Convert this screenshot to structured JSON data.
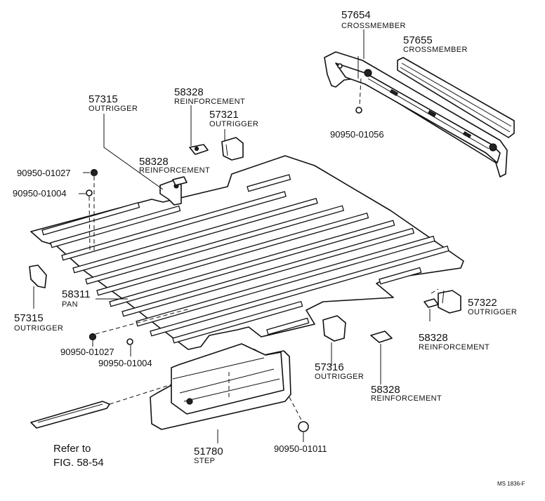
{
  "labels": {
    "cm_57654": {
      "num": "57654",
      "name": "CROSSMEMBER"
    },
    "cm_57655": {
      "num": "57655",
      "name": "CROSSMEMBER"
    },
    "bolt_top": "90950-01056",
    "out_57315_top": {
      "num": "57315",
      "name": "OUTRIGGER"
    },
    "rein_58328_top": {
      "num": "58328",
      "name": "REINFORCEMENT"
    },
    "out_57321": {
      "num": "57321",
      "name": "OUTRIGGER"
    },
    "rein_58328_mid": {
      "num": "58328",
      "name": "REINFORCEMENT"
    },
    "bolt_01027_top": "90950-01027",
    "bolt_01004_top": "90950-01004",
    "pan_58311": {
      "num": "58311",
      "name": "PAN"
    },
    "out_57315_left": {
      "num": "57315",
      "name": "OUTRIGGER"
    },
    "bolt_01027_bottom": "90950-01027",
    "bolt_01004_bottom": "90950-01004",
    "out_57322": {
      "num": "57322",
      "name": "OUTRIGGER"
    },
    "rein_58328_right": {
      "num": "58328",
      "name": "REINFORCEMENT"
    },
    "out_57316": {
      "num": "57316",
      "name": "OUTRIGGER"
    },
    "rein_58328_bottom": {
      "num": "58328",
      "name": "REINFORCEMENT"
    },
    "refer": {
      "line1": "Refer to",
      "line2": "FIG. 58-54"
    },
    "step_51780": {
      "num": "51780",
      "name": "STEP"
    },
    "bolt_01011": "90950-01011",
    "figure_code": "MS 1836-F"
  }
}
